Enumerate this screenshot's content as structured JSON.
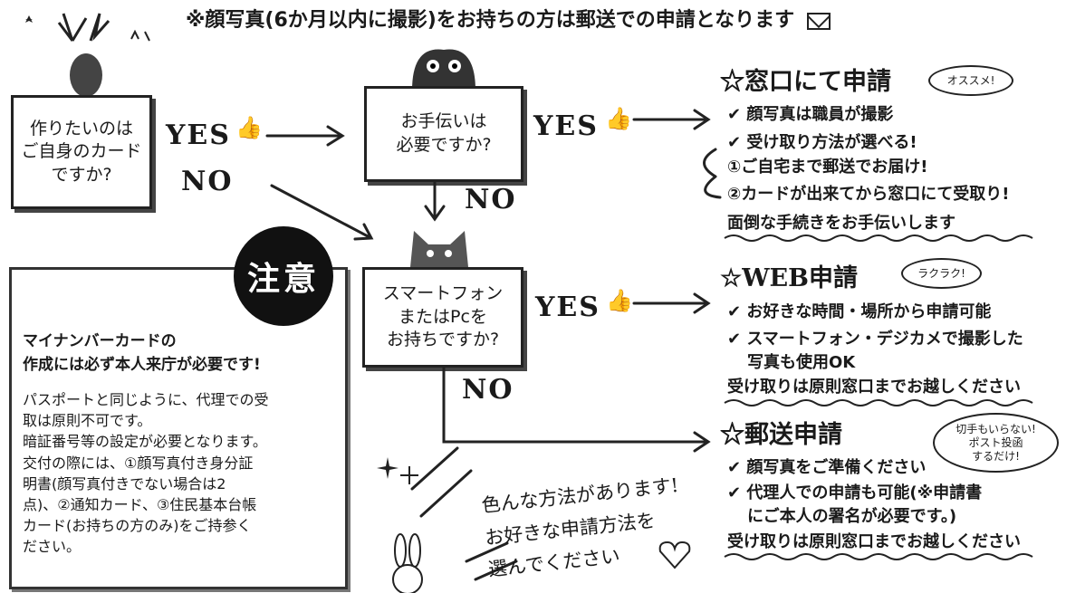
{
  "top_notice": "※顔写真(6か月以内に撮影)をお持ちの方は郵送での申請となります",
  "q1": "作りたいのは\nご自身のカード\nですか?",
  "q2": "お手伝いは\n必要ですか?",
  "q3": "スマートフォン\nまたはPcを\nお持ちですか?",
  "yes": "YES",
  "no": "NO",
  "option_window": {
    "title": "窓口にて申請",
    "bubble": "オススメ!",
    "items": [
      "✔ 顔写真は職員が撮影",
      "✔ 受け取り方法が選べる!"
    ],
    "sub": [
      "①ご自宅まで郵送でお届け!",
      "②カードが出来てから窓口にて受取り!"
    ],
    "note": "面倒な手続きをお手伝いします"
  },
  "option_web": {
    "title": "WEB申請",
    "bubble": "ラクラク!",
    "items": [
      "✔ お好きな時間・場所から申請可能",
      "✔ スマートフォン・デジカメで撮影した",
      "写真も使用OK"
    ],
    "note": "受け取りは原則窓口までお越しください"
  },
  "option_mail": {
    "title": "郵送申請",
    "bubble": "切手もいらない!\nポスト投函\nするだけ!",
    "items": [
      "✔ 顔写真をご準備ください",
      "✔ 代理人での申請も可能(※申請書",
      "にご本人の署名が必要です。)"
    ],
    "note": "受け取りは原則窓口までお越しください"
  },
  "caution": {
    "badge": "注意",
    "heading1": "マイナンバーカードの",
    "heading2": "作成には必ず本人来庁が必要です!",
    "body": "パスポートと同じように、代理での受\n取は原則不可です。\n暗証番号等の設定が必要となります。\n交付の際には、①顔写真付き身分証\n明書(顔写真付きでない場合は2\n点)、②通知カード、③住民基本台帳\nカード(お持ちの方のみ)をご持参く\nださい。"
  },
  "handwritten": "色んな方法があります!\nお好きな申請方法を\n選んでください"
}
